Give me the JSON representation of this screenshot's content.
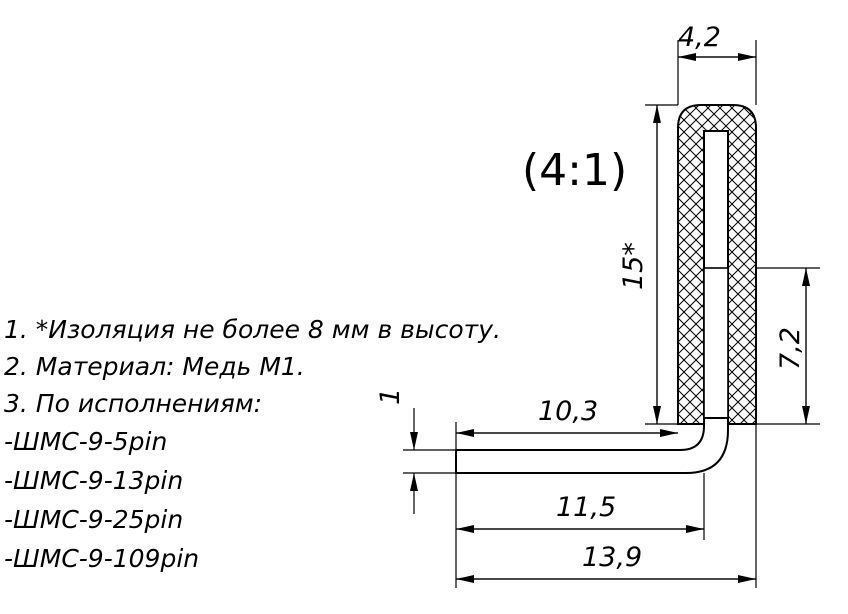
{
  "scale_label": "(4:1)",
  "dimensions": {
    "width_top": "4,2",
    "height_total": "15*",
    "height_insulation": "7,2",
    "wire_thickness": "1",
    "length_inner": "10,3",
    "length_mid": "11,5",
    "length_overall": "13,9"
  },
  "notes": [
    "1. *Изоляция не более 8 мм в высоту.",
    "2. Материал: Медь М1.",
    "3. По исполнениям:",
    "-ШМС-9-5pin",
    "-ШМС-9-13pin",
    "-ШМС-9-25pin",
    "-ШМС-9-109pin"
  ],
  "colors": {
    "ink": "#000000",
    "paper": "#ffffff"
  }
}
